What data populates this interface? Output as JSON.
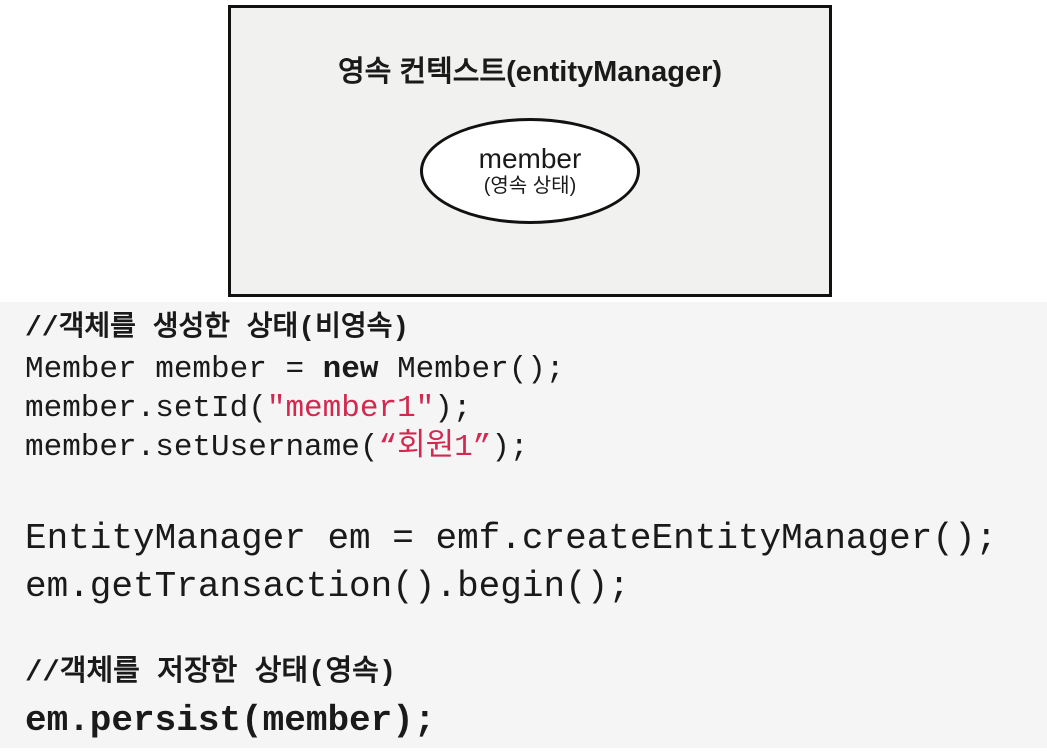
{
  "diagram": {
    "title": "영속 컨텍스트(entityManager)",
    "entity": {
      "name": "member",
      "state": "(영속 상태)"
    }
  },
  "code": {
    "lines": [
      {
        "kind": "comment-top",
        "segments": [
          {
            "style": "plain",
            "text": "//객체를 생성한 상태(비영속)"
          }
        ]
      },
      {
        "kind": "code-sm",
        "segments": [
          {
            "style": "plain",
            "text": "Member member = "
          },
          {
            "style": "bold",
            "text": "new"
          },
          {
            "style": "plain",
            "text": " Member();"
          }
        ]
      },
      {
        "kind": "code-sm",
        "segments": [
          {
            "style": "plain",
            "text": "member.setId("
          },
          {
            "style": "string",
            "text": "\"member1\""
          },
          {
            "style": "plain",
            "text": ");"
          }
        ]
      },
      {
        "kind": "code-sm",
        "segments": [
          {
            "style": "plain",
            "text": "member.setUsername("
          },
          {
            "style": "string",
            "text": "“회원1”"
          },
          {
            "style": "plain",
            "text": ");"
          }
        ]
      },
      {
        "kind": "blank-a",
        "segments": []
      },
      {
        "kind": "code-lg",
        "segments": [
          {
            "style": "plain",
            "text": "EntityManager em = emf.createEntityManager();"
          }
        ]
      },
      {
        "kind": "code-lg",
        "segments": [
          {
            "style": "plain",
            "text": "em.getTransaction().begin();"
          }
        ]
      },
      {
        "kind": "blank-b",
        "segments": []
      },
      {
        "kind": "comment-mid",
        "segments": [
          {
            "style": "plain",
            "text": "//객체를 저장한 상태(영속)"
          }
        ]
      },
      {
        "kind": "code-lg",
        "segments": [
          {
            "style": "bold",
            "text": "em.persist(member);"
          }
        ]
      }
    ]
  },
  "colors": {
    "page_bg": "#ffffff",
    "box_bg": "#f1f1ef",
    "box_border": "#111111",
    "ellipse_bg": "#ffffff",
    "code_bg": "#f4f5f4",
    "code_text": "#1a1a1a",
    "string_text": "#d22950"
  }
}
